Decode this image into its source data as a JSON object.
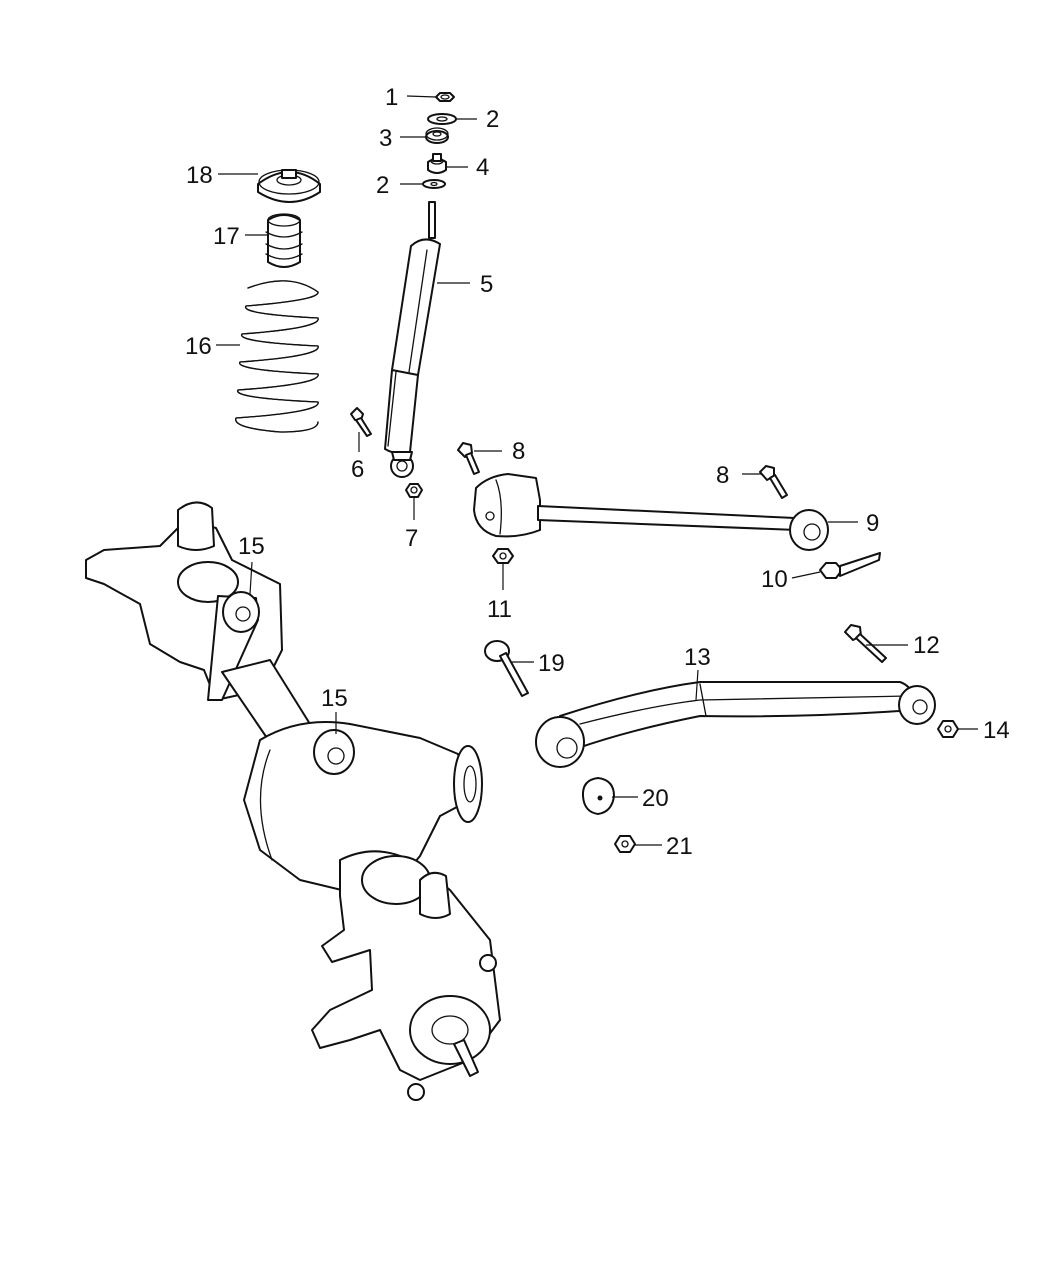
{
  "diagram": {
    "callouts": [
      {
        "id": "c1",
        "label": "1"
      },
      {
        "id": "c2a",
        "label": "2"
      },
      {
        "id": "c3",
        "label": "3"
      },
      {
        "id": "c4",
        "label": "4"
      },
      {
        "id": "c2b",
        "label": "2"
      },
      {
        "id": "c18",
        "label": "18"
      },
      {
        "id": "c17",
        "label": "17"
      },
      {
        "id": "c5",
        "label": "5"
      },
      {
        "id": "c16",
        "label": "16"
      },
      {
        "id": "c6",
        "label": "6"
      },
      {
        "id": "c8a",
        "label": "8"
      },
      {
        "id": "c8b",
        "label": "8"
      },
      {
        "id": "c9",
        "label": "9"
      },
      {
        "id": "c7",
        "label": "7"
      },
      {
        "id": "c10",
        "label": "10"
      },
      {
        "id": "c11",
        "label": "11"
      },
      {
        "id": "c15a",
        "label": "15"
      },
      {
        "id": "c12",
        "label": "12"
      },
      {
        "id": "c13",
        "label": "13"
      },
      {
        "id": "c19",
        "label": "19"
      },
      {
        "id": "c15b",
        "label": "15"
      },
      {
        "id": "c14",
        "label": "14"
      },
      {
        "id": "c20",
        "label": "20"
      },
      {
        "id": "c21",
        "label": "21"
      }
    ]
  }
}
